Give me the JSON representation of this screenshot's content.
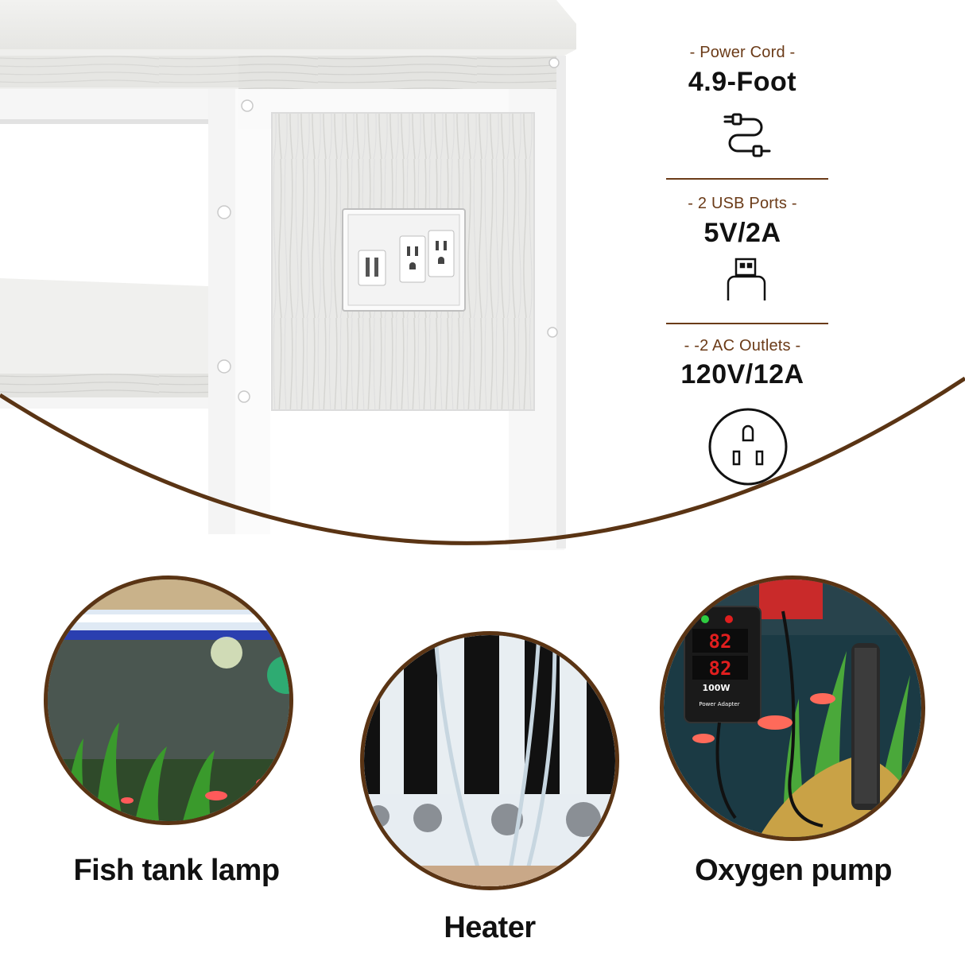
{
  "specs": [
    {
      "label": "- Power Cord -",
      "value": "4.9-Foot",
      "icon": "power-cord-icon"
    },
    {
      "label": "- 2 USB Ports -",
      "value": "5V/2A",
      "icon": "usb-plug-icon"
    },
    {
      "label": "- -2 AC Outlets -",
      "value": "120V/12A",
      "icon": "ac-outlet-icon"
    }
  ],
  "photos": [
    {
      "caption": "Fish tank lamp"
    },
    {
      "caption": "Heater"
    },
    {
      "caption": "Oxygen pump"
    }
  ],
  "heater_display": {
    "temp_top": "82",
    "temp_bottom": "82",
    "wattage": "100W",
    "adapter_label": "Power Adapter"
  },
  "colors": {
    "accent_brown": "#6b3b18",
    "arc_brown": "#5a3414",
    "heater_led": "#e01e1e"
  }
}
